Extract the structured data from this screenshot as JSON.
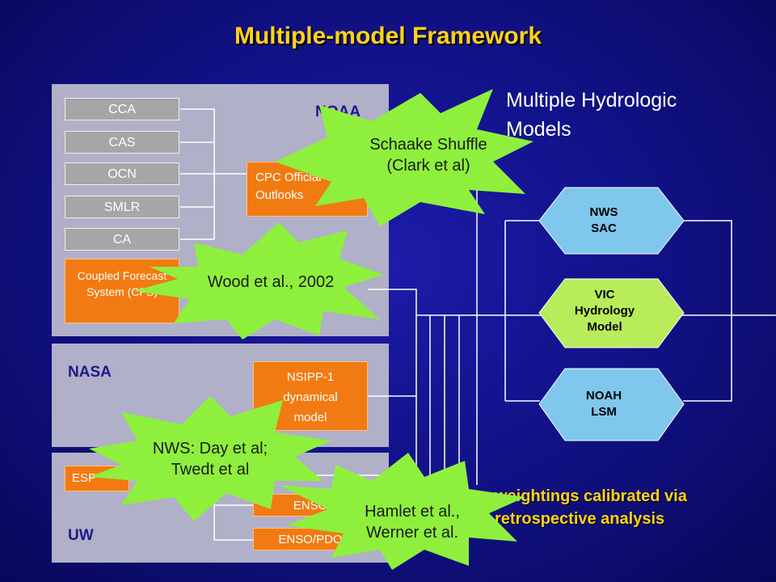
{
  "title": "Multiple-model Framework",
  "panels": {
    "noaa": "NOAA",
    "nasa": "NASA",
    "uw": "UW"
  },
  "noaa_boxes": [
    "CCA",
    "CAS",
    "OCN",
    "SMLR",
    "CA"
  ],
  "cfs": "Coupled Forecast System (CFS)",
  "cpc": "CPC Official Outlooks",
  "nsipp": "NSIPP-1 dynamical model",
  "uw_boxes": {
    "esp": "ESP",
    "enso": "ENSO",
    "enso_pdo": "ENSO/PDO"
  },
  "hydro_header": "Multiple Hydrologic Models",
  "hexes": [
    {
      "label": "NWS SAC",
      "color": "#7fc7ec"
    },
    {
      "label": "VIC Hydrology Model",
      "color": "#b8ec5a"
    },
    {
      "label": "NOAH LSM",
      "color": "#7fc7ec"
    }
  ],
  "weightings": "weightings calibrated via retrospective analysis",
  "bursts": [
    {
      "label": "Schaake Shuffle (Clark et al)"
    },
    {
      "label": "Wood et al., 2002"
    },
    {
      "label": "NWS: Day et al; Twedt et al"
    },
    {
      "label": "Hamlet et al., Werner et al."
    }
  ],
  "colors": {
    "burst": "#8ef03c",
    "orange": "#f27a12",
    "gray": "#a6a6a6",
    "panel": "#b0b0c8",
    "title": "#ffd21a"
  }
}
